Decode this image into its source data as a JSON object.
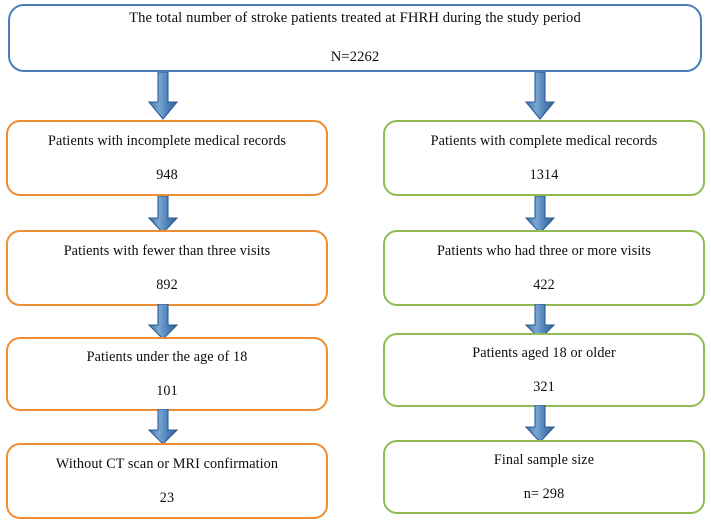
{
  "figure": {
    "type": "flowchart",
    "orientation": "top-down",
    "colors": {
      "root_border": "#4a7ebb",
      "excluded_border": "#ef8c36",
      "included_border": "#90ba54",
      "arrow_fill": "#5b8fc4",
      "arrow_stroke": "#2f5c93",
      "background": "#ffffff",
      "text": "#0d0d0d"
    }
  },
  "root": {
    "label": "The total number of stroke patients treated at FHRH during the study period",
    "count": "N=2262"
  },
  "excluded_column": {
    "nodes": [
      {
        "label": "Patients with incomplete medical records",
        "count": "948"
      },
      {
        "label": "Patients with fewer than three visits",
        "count": "892"
      },
      {
        "label": "Patients under the age of 18",
        "count": "101"
      },
      {
        "label": "Without CT scan or MRI confirmation",
        "count": "23"
      }
    ]
  },
  "included_column": {
    "nodes": [
      {
        "label": "Patients with complete medical records",
        "count": "1314"
      },
      {
        "label": "Patients who had three or more visits",
        "count": "422"
      },
      {
        "label": "Patients aged 18 or older",
        "count": "321"
      },
      {
        "label": "Final sample size",
        "count": "n= 298"
      }
    ]
  },
  "arrows": {
    "icon": "down-block-arrow",
    "count": 8
  }
}
